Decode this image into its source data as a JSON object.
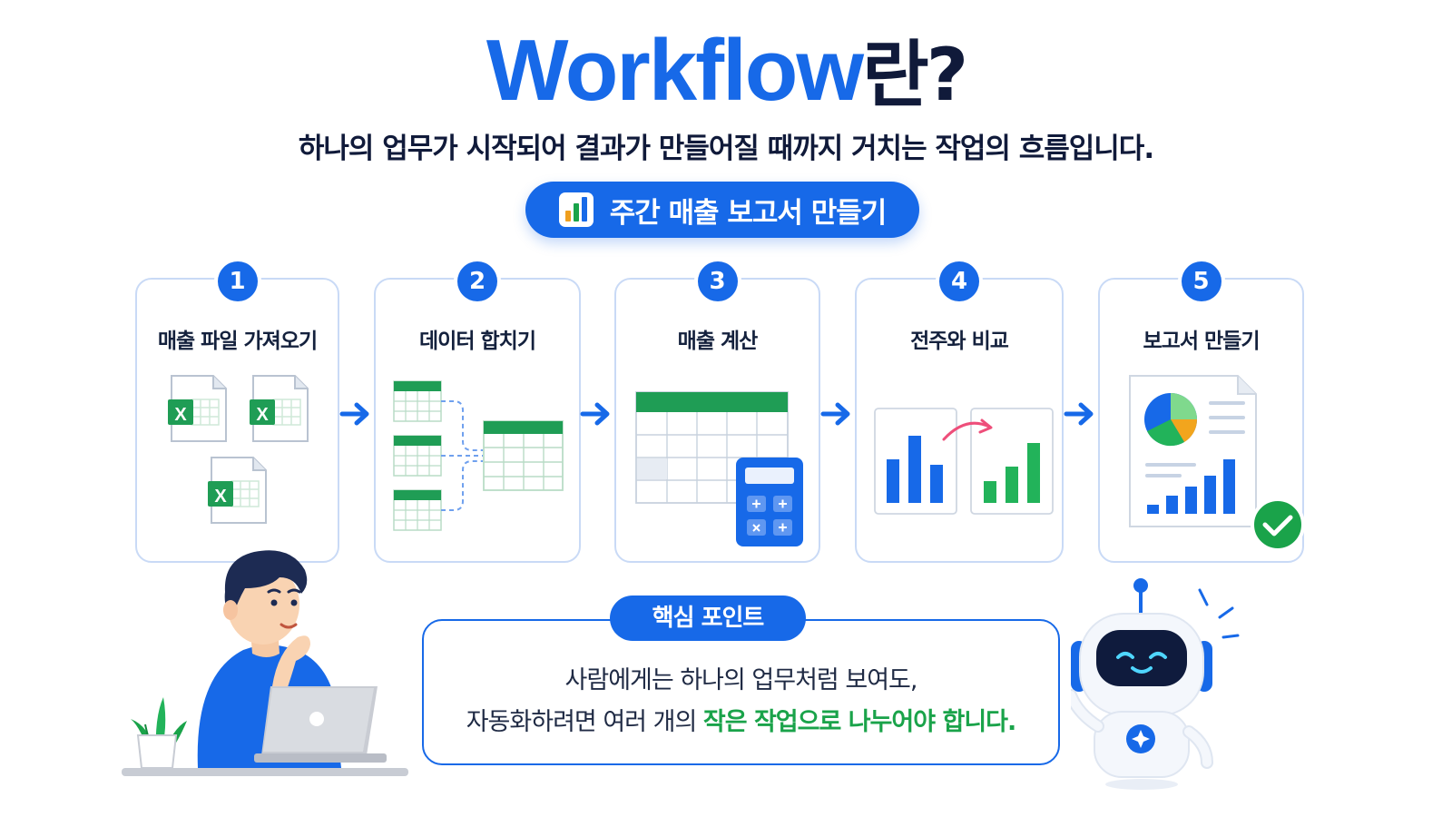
{
  "header": {
    "title_en": "Workflow",
    "title_ko": "란?",
    "subtitle": "하나의 업무가 시작되어 결과가 만들어질 때까지 거치는 작업의 흐름입니다."
  },
  "example": {
    "label": "주간 매출 보고서 만들기",
    "icon": "bar-chart-icon"
  },
  "steps": [
    {
      "number": "1",
      "label": "매출 파일 가져오기",
      "icon": "excel-files-icon"
    },
    {
      "number": "2",
      "label": "데이터 합치기",
      "icon": "merge-tables-icon"
    },
    {
      "number": "3",
      "label": "매출 계산",
      "icon": "spreadsheet-calculator-icon"
    },
    {
      "number": "4",
      "label": "전주와 비교",
      "icon": "compare-charts-icon"
    },
    {
      "number": "5",
      "label": "보고서 만들기",
      "icon": "report-document-icon"
    }
  ],
  "excel_letter": "X",
  "key_point": {
    "title": "핵심 포인트",
    "line1": "사람에게는 하나의 업무처럼 보여도,",
    "line2_prefix": "자동화하려면 여러 개의 ",
    "line2_highlight": "작은 작업으로 나누어야 합니다."
  },
  "colors": {
    "primary_blue": "#1769e8",
    "dark_navy": "#101a3a",
    "excel_green": "#1f9d55",
    "highlight_green": "#1aa34a",
    "border_light": "#c9daf6",
    "arrow_pink": "#ee4e7a"
  }
}
